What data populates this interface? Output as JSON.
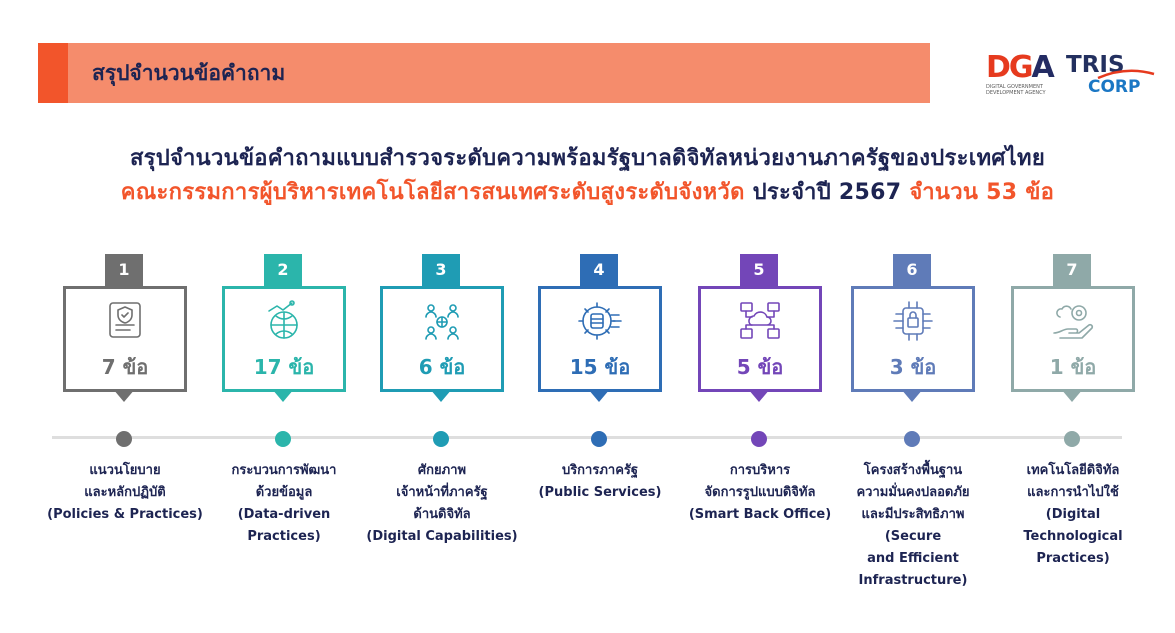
{
  "header": {
    "title": "สรุปจำนวนข้อคำถาม"
  },
  "logos": {
    "dga_mark_1": "DG",
    "dga_mark_2": "A",
    "dga_sub": "DIGITAL GOVERNMENT DEVELOPMENT AGENCY",
    "tris_1": "TRIS",
    "tris_2": "CORP"
  },
  "title": {
    "line1": "สรุปจำนวนข้อคำถามแบบสำรวจระดับความพร้อมรัฐบาลดิจิทัลหน่วยงานภาครัฐของประเทศไทย",
    "line2_highlight": "คณะกรรมการผู้บริหารเทคโนโลยีสารสนเทศระดับสูงระดับจังหวัด",
    "line2_middle": " ประจำปี 2567 ",
    "line2_count": "จำนวน 53 ข้อ"
  },
  "colors": {
    "accent": "#f2552b",
    "header_bar": "#f58c6c",
    "navy": "#1d2452"
  },
  "steps": [
    {
      "number": "1",
      "count": "7 ข้อ",
      "icon": "policy-certificate-icon",
      "color": "#6f6f6f",
      "label": [
        "แนวนโยบาย",
        "และหลักปฏิบัติ",
        "(Policies & Practices)"
      ]
    },
    {
      "number": "2",
      "count": "17 ข้อ",
      "icon": "data-chart-globe-icon",
      "color": "#2bb5ab",
      "label": [
        "กระบวนการพัฒนา",
        "ด้วยข้อมูล",
        "(Data-driven",
        "Practices)"
      ]
    },
    {
      "number": "3",
      "count": "6 ข้อ",
      "icon": "people-network-icon",
      "color": "#1f9cb4",
      "label": [
        "ศักยภาพ",
        "เจ้าหน้าที่ภาครัฐ",
        "ด้านดิจิทัล",
        "(Digital Capabilities)"
      ]
    },
    {
      "number": "4",
      "count": "15 ข้อ",
      "icon": "gear-server-icon",
      "color": "#2e6db5",
      "label": [
        "บริการภาครัฐ",
        "(Public Services)"
      ]
    },
    {
      "number": "5",
      "count": "5 ข้อ",
      "icon": "cloud-computers-icon",
      "color": "#7346b8",
      "label": [
        "การบริหาร",
        "จัดการรูปแบบดิจิทัล",
        "(Smart Back Office)"
      ]
    },
    {
      "number": "6",
      "count": "3 ข้อ",
      "icon": "secure-lock-circuit-icon",
      "color": "#5f7bb8",
      "label": [
        "โครงสร้างพื้นฐาน",
        "ความมั่นคงปลอดภัย",
        "และมีประสิทธิภาพ",
        "(Secure",
        "and Efficient",
        "Infrastructure)"
      ]
    },
    {
      "number": "7",
      "count": "1 ข้อ",
      "icon": "hand-gear-cloud-icon",
      "color": "#8fa9a8",
      "label": [
        "เทคโนโลยีดิจิทัล",
        "และการนำไปใช้",
        "(Digital",
        "Technological",
        "Practices)"
      ]
    }
  ]
}
